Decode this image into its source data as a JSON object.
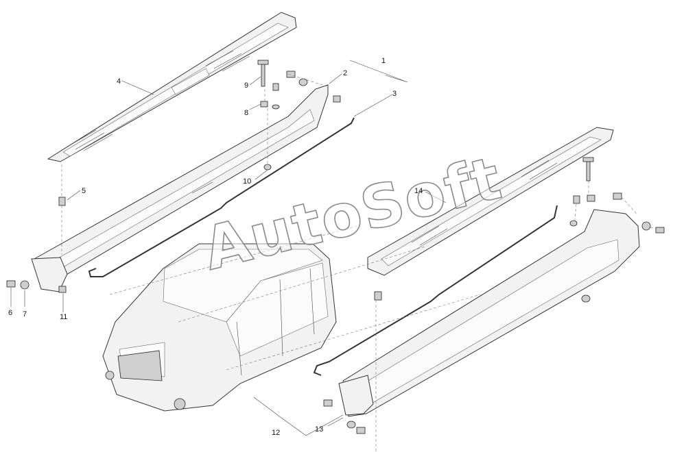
{
  "watermark": "AutoSoft",
  "callouts": [
    "1",
    "2",
    "3",
    "4",
    "5",
    "6",
    "7",
    "8",
    "9",
    "10",
    "11",
    "12",
    "13",
    "14"
  ],
  "icons": {
    "vehicle": "suv-body-icon",
    "fastener": "bolt-icon"
  }
}
